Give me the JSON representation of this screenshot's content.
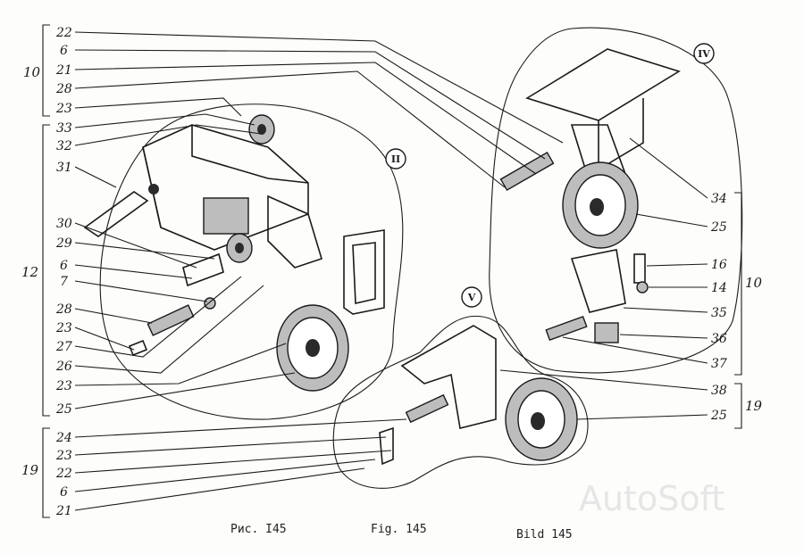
{
  "labels": {
    "l22a": "22",
    "l6a": "6",
    "l21a": "21",
    "l28a": "28",
    "l23a": "23",
    "l33": "33",
    "l32": "32",
    "l31": "31",
    "l30": "30",
    "l29": "29",
    "l6b": "6",
    "l7": "7",
    "l28b": "28",
    "l23b": "23",
    "l27": "27",
    "l26": "26",
    "l23c": "23",
    "l25a": "25",
    "l24": "24",
    "l23d": "23",
    "l22b": "22",
    "l6c": "6",
    "l21b": "21",
    "l34": "34",
    "l25b": "25",
    "l16": "16",
    "l14": "14",
    "l35": "35",
    "l36": "36",
    "l37": "37",
    "l38": "38",
    "l25c": "25"
  },
  "groups": {
    "g10a": "10",
    "g12": "12",
    "g19a": "19",
    "g10b": "10",
    "g19b": "19"
  },
  "views": {
    "v2": "II",
    "v4": "IV",
    "v5": "V"
  },
  "captions": {
    "ru": "Рис. I45",
    "en": "Fig. 145",
    "de": "Bild 145"
  },
  "watermark": "AutoSoft"
}
